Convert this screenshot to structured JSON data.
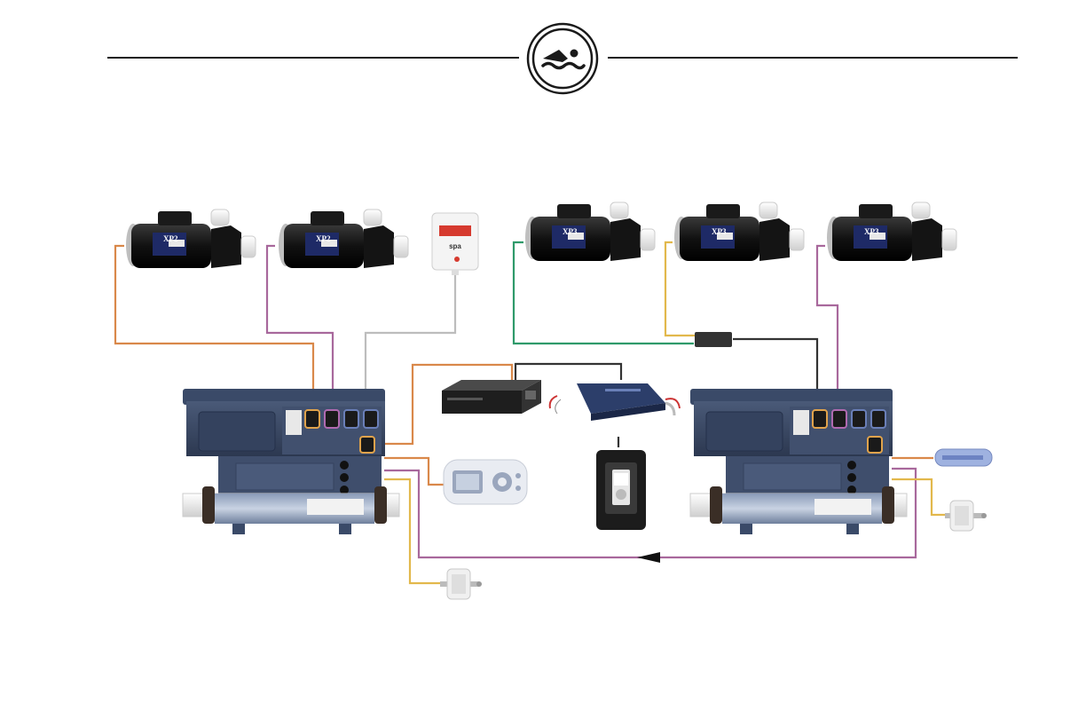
{
  "header": {
    "logo_icon": "swimmer-icon",
    "rule_color": "#1a1a1a"
  },
  "components": {
    "pumps": [
      {
        "id": "pump-1",
        "model_label": "XP2",
        "icon": "pump-icon"
      },
      {
        "id": "pump-2",
        "model_label": "XP2",
        "icon": "pump-icon"
      },
      {
        "id": "pump-3",
        "model_label": "XP3",
        "icon": "pump-icon"
      },
      {
        "id": "pump-4",
        "model_label": "XP3",
        "icon": "pump-icon"
      },
      {
        "id": "pump-5",
        "model_label": "XP3",
        "icon": "pump-icon"
      }
    ],
    "ozonator": {
      "brand_label": "spa",
      "icon": "ozonator-icon"
    },
    "control_boxes": [
      {
        "id": "control-box-left",
        "icon": "control-box-icon"
      },
      {
        "id": "control-box-right",
        "icon": "control-box-icon"
      }
    ],
    "audio_amplifier": {
      "icon": "amplifier-icon"
    },
    "wifi_module": {
      "icon": "wifi-module-icon"
    },
    "keypad": {
      "icon": "keypad-icon"
    },
    "media_dock": {
      "icon": "media-dock-icon"
    },
    "light_bar": {
      "icon": "led-light-icon"
    },
    "sensors": [
      {
        "id": "sensor-left",
        "icon": "sensor-icon"
      },
      {
        "id": "sensor-right",
        "icon": "sensor-icon"
      }
    ],
    "link_box": {
      "icon": "link-box-icon"
    }
  },
  "wire_colors": {
    "orange": "#d9884a",
    "purple": "#a8689c",
    "gray": "#bdbdbd",
    "green": "#2e9a6a",
    "yellow": "#e2b84c",
    "dark": "#333333"
  }
}
